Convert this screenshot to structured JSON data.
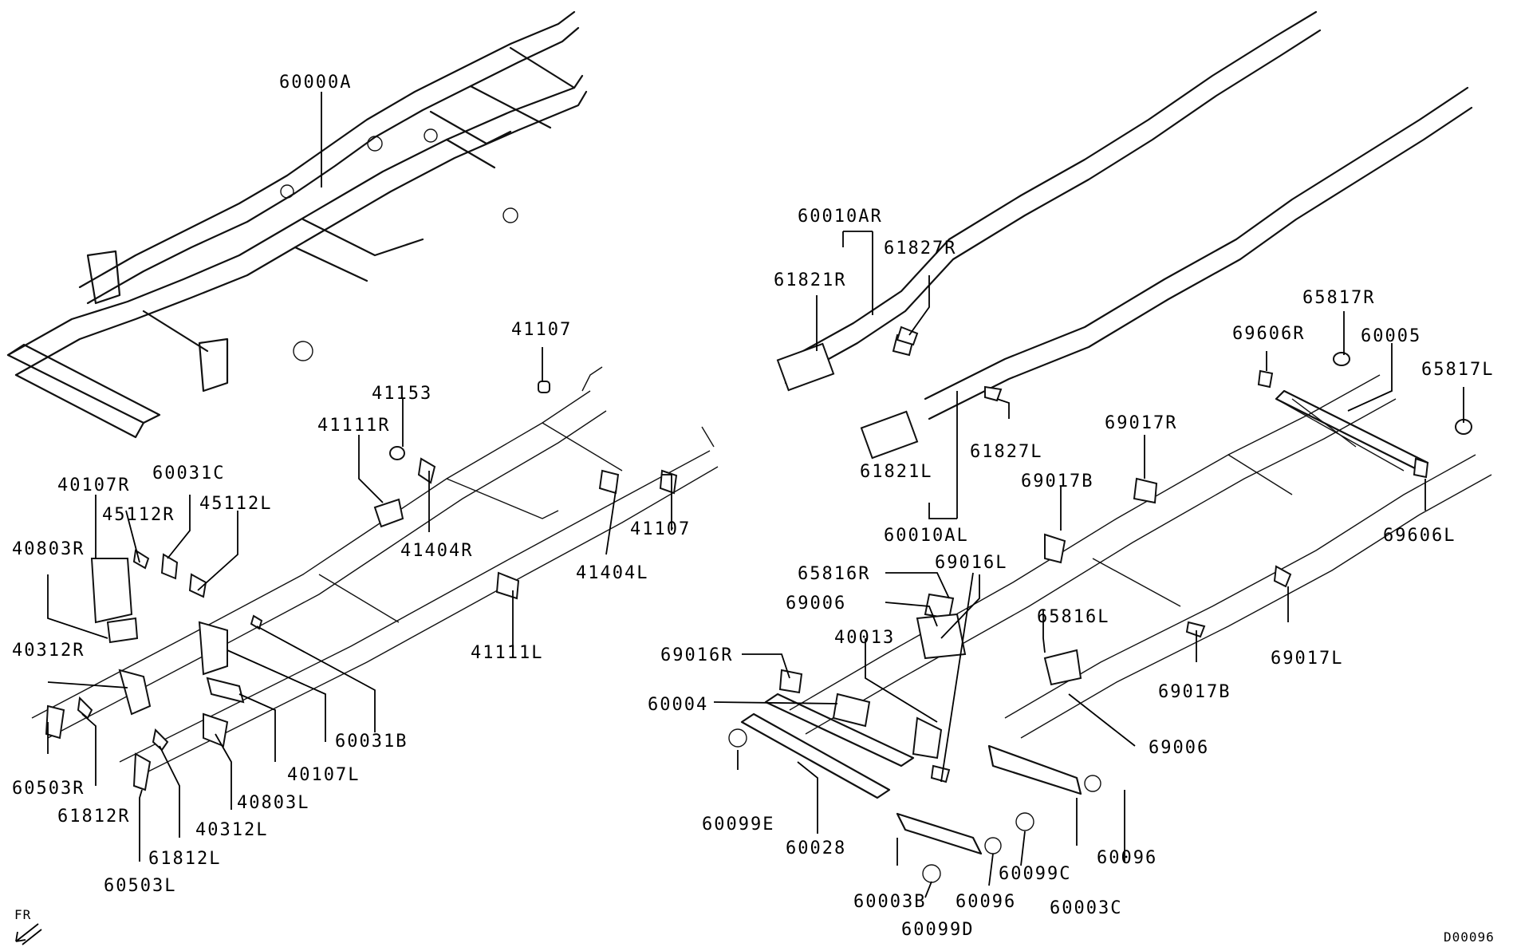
{
  "labels": {
    "p60000A": "60000A",
    "p41107a": "41107",
    "p41153": "41153",
    "p41111R": "41111R",
    "p41404R": "41404R",
    "p41107b": "41107",
    "p41404L": "41404L",
    "p41111L": "41111L",
    "p40107R": "40107R",
    "p60031C": "60031C",
    "p45112R": "45112R",
    "p45112L": "45112L",
    "p40803R": "40803R",
    "p40312R": "40312R",
    "p60503R": "60503R",
    "p61812R": "61812R",
    "p60031B": "60031B",
    "p40107L": "40107L",
    "p40803L": "40803L",
    "p40312L": "40312L",
    "p61812L": "61812L",
    "p60503L": "60503L",
    "p60010AR": "60010AR",
    "p61827R": "61827R",
    "p61821R": "61821R",
    "p61821L": "61821L",
    "p61827L": "61827L",
    "p60010AL": "60010AL",
    "p65817R": "65817R",
    "p69606R": "69606R",
    "p60005": "60005",
    "p65817L": "65817L",
    "p69017R": "69017R",
    "p69606L": "69606L",
    "p69017B1": "69017B",
    "p65816R": "65816R",
    "p69016L": "69016L",
    "p69006a": "69006",
    "p40013": "40013",
    "p65816L": "65816L",
    "p69016R": "69016R",
    "p60004": "60004",
    "p69017L": "69017L",
    "p69017B2": "69017B",
    "p69006b": "69006",
    "p60099E": "60099E",
    "p60028": "60028",
    "p60099C": "60099C",
    "p60096a": "60096",
    "p60003B": "60003B",
    "p60096b": "60096",
    "p60003C": "60003C",
    "p60099D": "60099D",
    "fr": "FR",
    "code": "D00096"
  }
}
